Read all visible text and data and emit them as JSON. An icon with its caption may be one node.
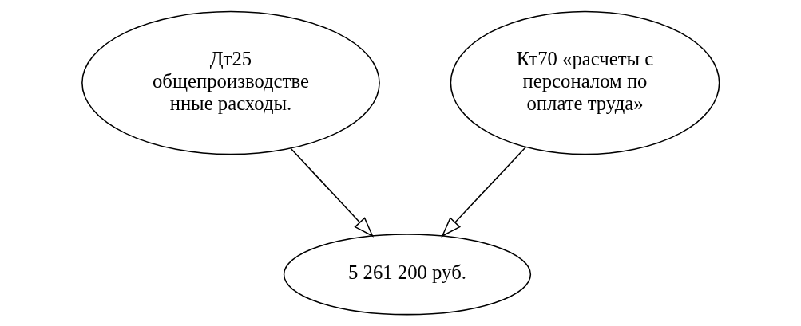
{
  "diagram": {
    "nodes": [
      {
        "text": [
          "Дт25 общепроизводстве нные расходы."
        ]
      },
      {
        "text": [
          "Кт70 «расчеты с персоналом по оплате труда»"
        ]
      },
      {
        "text": [
          "5 261 200 руб."
        ]
      }
    ],
    "edges": [
      {
        "from": 0,
        "to": 2,
        "arrow": "to"
      },
      {
        "from": 1,
        "to": 2,
        "arrow": "to"
      }
    ]
  }
}
